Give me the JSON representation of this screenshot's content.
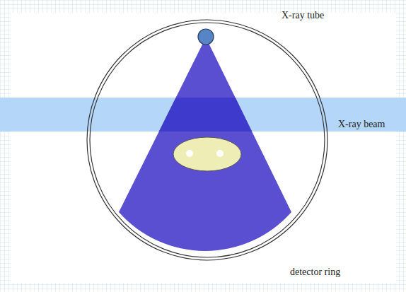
{
  "diagram": {
    "labels": [
      "X-ray tube",
      "X-ray beam",
      "detector ring"
    ]
  }
}
